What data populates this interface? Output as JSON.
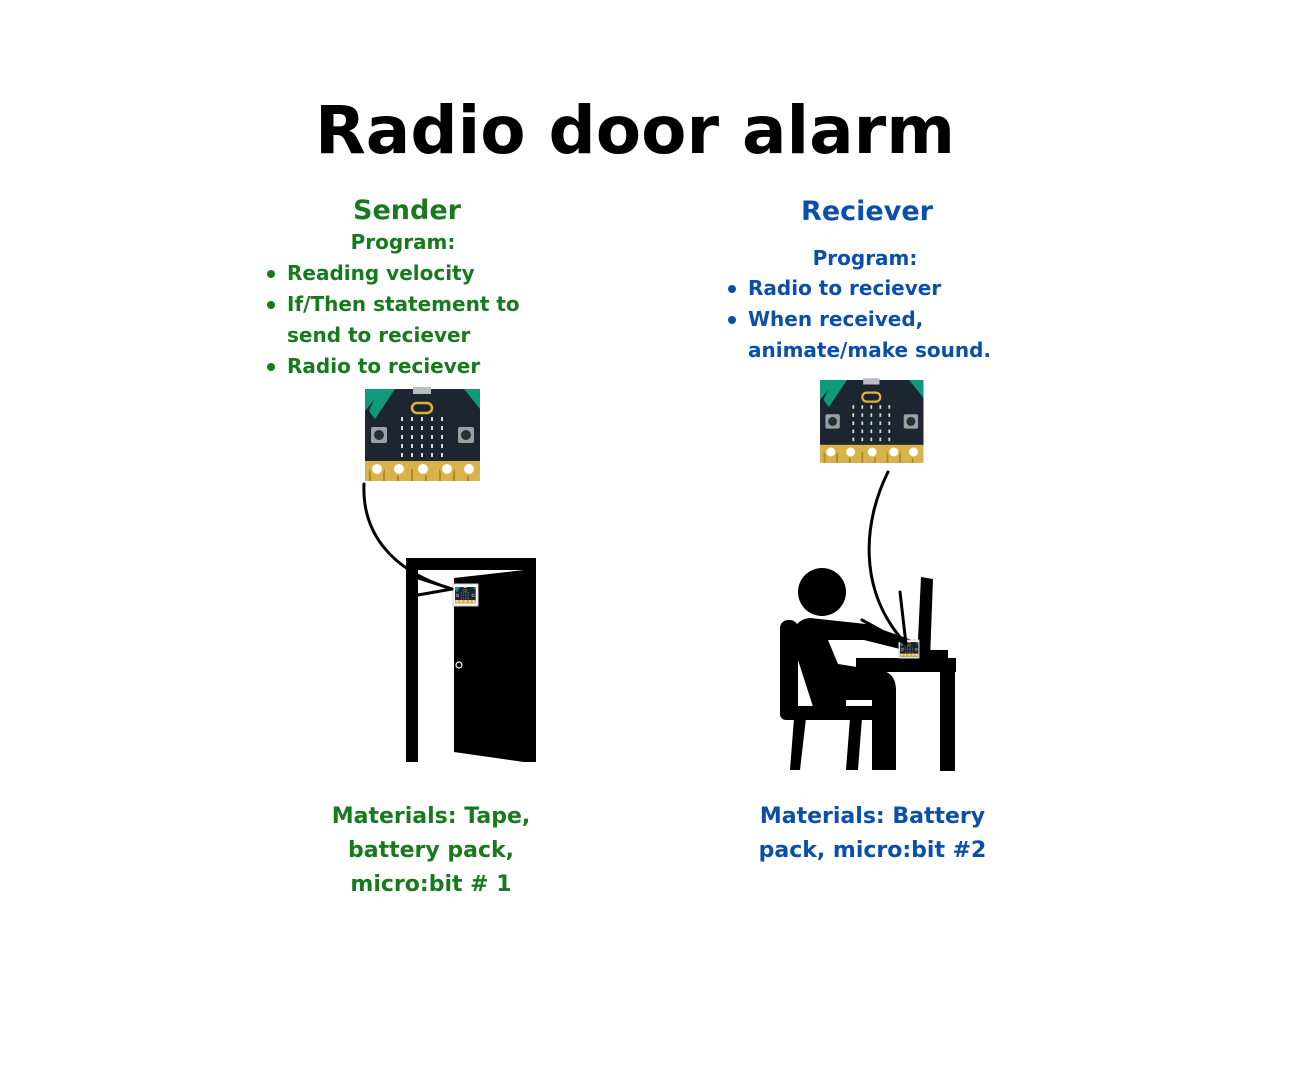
{
  "title": "Radio door alarm",
  "colors": {
    "sender": "#177a1f",
    "receiver": "#0a4faa"
  },
  "sender": {
    "heading": "Sender",
    "program_label": "Program:",
    "program_items": [
      "Reading velocity",
      "If/Then statement to send to reciever",
      "Radio to reciever"
    ],
    "materials": "Materials: Tape, battery pack, micro:bit # 1",
    "icons": [
      "microbit-board-icon",
      "open-door-icon"
    ]
  },
  "receiver": {
    "heading": "Reciever",
    "program_label": "Program:",
    "program_items": [
      "Radio to reciever",
      "When received, animate/make sound."
    ],
    "materials": "Materials: Battery pack, micro:bit #2",
    "icons": [
      "microbit-board-icon",
      "person-at-computer-icon"
    ]
  }
}
